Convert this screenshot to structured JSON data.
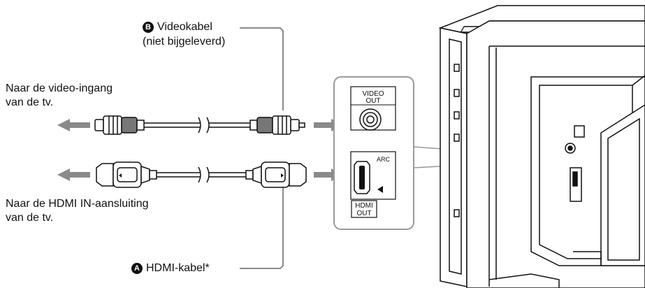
{
  "labels": {
    "video_cable_marker": "B",
    "video_cable": "Videokabel",
    "video_cable_note": "(niet bijgeleverd)",
    "to_tv_video_line1": "Naar de video-ingang",
    "to_tv_video_line2": "van de tv.",
    "to_tv_hdmi_line1": "Naar de HDMI IN-aansluiting",
    "to_tv_hdmi_line2": "van de tv.",
    "hdmi_cable_marker": "A",
    "hdmi_cable": "HDMI-kabel*"
  },
  "ports": {
    "video_out_line1": "VIDEO",
    "video_out_line2": "OUT",
    "hdmi_arc": "ARC",
    "hdmi_out_line1": "HDMI",
    "hdmi_out_line2": "OUT"
  },
  "colors": {
    "arrow": "#8a8a8a",
    "leader": "#8a8a8a",
    "panel_border": "#9a9a9a",
    "ink": "#111111"
  }
}
